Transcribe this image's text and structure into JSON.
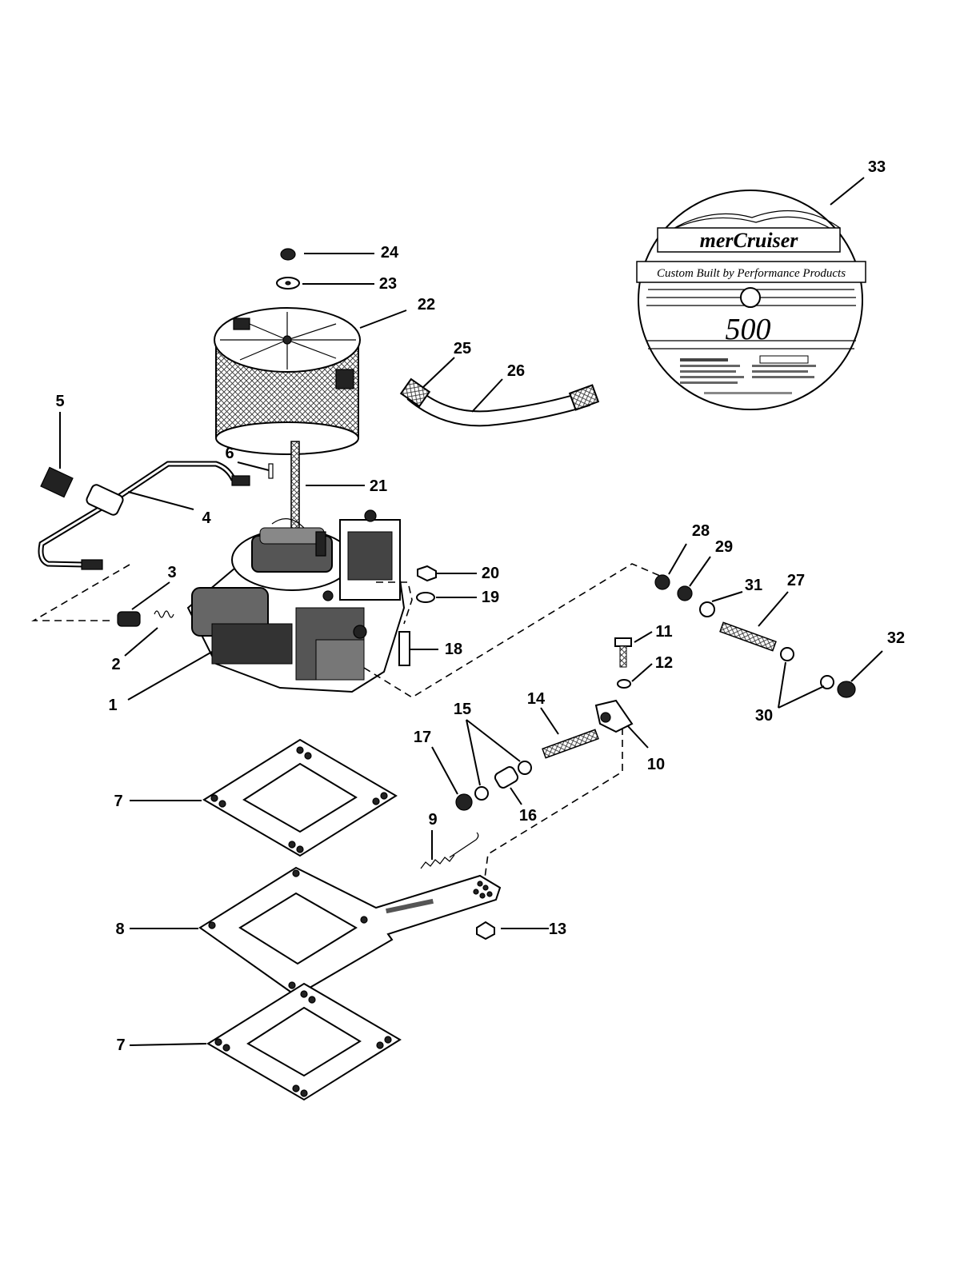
{
  "callouts": {
    "c1": "1",
    "c2": "2",
    "c3": "3",
    "c4": "4",
    "c5": "5",
    "c6": "6",
    "c7a": "7",
    "c7b": "7",
    "c8": "8",
    "c9": "9",
    "c10": "10",
    "c11": "11",
    "c12": "12",
    "c13": "13",
    "c14": "14",
    "c15": "15",
    "c16": "16",
    "c17": "17",
    "c18": "18",
    "c19": "19",
    "c20": "20",
    "c21": "21",
    "c22": "22",
    "c23": "23",
    "c24": "24",
    "c25": "25",
    "c26": "26",
    "c27": "27",
    "c28": "28",
    "c29": "29",
    "c30": "30",
    "c31": "31",
    "c32": "32",
    "c33": "33"
  },
  "decal": {
    "brand": "merCruiser",
    "tagline": "Custom Built by Performance Products",
    "model": "500"
  },
  "colors": {
    "ink": "#000000",
    "paper": "#ffffff"
  }
}
